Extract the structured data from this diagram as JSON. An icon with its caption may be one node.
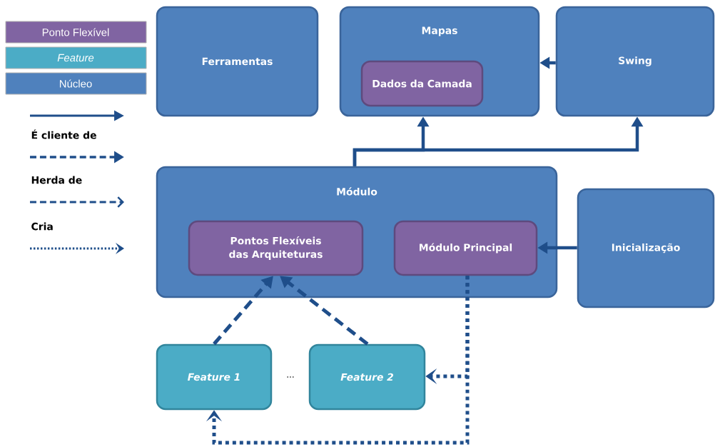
{
  "diagram": {
    "nodes": [
      {
        "text": [
          "Ferramentas"
        ]
      },
      {
        "text": [
          "Mapas"
        ]
      },
      {
        "text": [
          "Dados da Camada"
        ],
        "in": 1
      },
      {
        "text": [
          "Swing"
        ]
      },
      {
        "text": [
          "Módulo"
        ]
      },
      {
        "text": [
          "Pontos Flexíveis das Arquiteturas"
        ],
        "in": 4
      },
      {
        "text": [
          "Módulo Principal"
        ],
        "in": 4
      },
      {
        "text": [
          "Inicialização"
        ]
      },
      {
        "text": [
          "Feature 1"
        ]
      },
      {
        "text": [
          "Feature 2"
        ]
      }
    ],
    "edges": [
      {
        "from": 3,
        "to": 1,
        "arrow": "to"
      },
      {
        "from": 4,
        "to": 1,
        "arrow": "to"
      },
      {
        "from": 4,
        "to": 3,
        "arrow": "to"
      },
      {
        "from": 7,
        "to": 6,
        "arrow": "to"
      },
      {
        "from": 8,
        "to": 5,
        "arrow": "to",
        "style": "dashed"
      },
      {
        "from": 9,
        "to": 5,
        "arrow": "to",
        "style": "dashed"
      },
      {
        "from": 6,
        "to": 9,
        "arrow": "to",
        "style": "dashed"
      },
      {
        "from": 6,
        "to": 8,
        "arrow": "to",
        "style": "dashed"
      }
    ],
    "labels": [
      "..."
    ],
    "legend": [
      {
        "text": "Ponto Flexível",
        "color": "#8064a2"
      },
      {
        "text": "Feature",
        "color": "#4bacc6"
      },
      {
        "text": "Núcleo",
        "color": "#4f81bd"
      },
      {
        "text": "É cliente de"
      },
      {
        "text": "Herda de"
      },
      {
        "text": "Cria"
      }
    ]
  }
}
